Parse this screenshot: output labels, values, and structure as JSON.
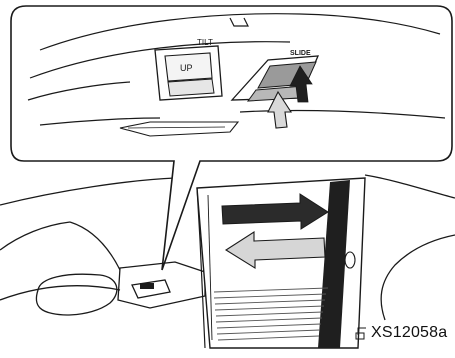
{
  "figure": {
    "labels": {
      "tilt": "TILT",
      "up": "UP",
      "slide": "SLIDE",
      "code": "XS12058a"
    },
    "colors": {
      "line": "#1a1a1a",
      "arrow_dark": "#2b2b2b",
      "arrow_light": "#d6d6d6",
      "panel_gray": "#9a9a9a",
      "glass_light": "#efefef"
    },
    "icons": [
      "car-corner-icon"
    ]
  }
}
